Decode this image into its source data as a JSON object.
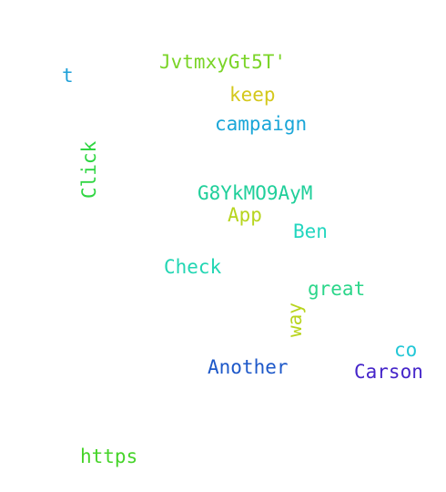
{
  "words": {
    "jvtmxy": {
      "text": "JvtmxyGt5T'",
      "color": "#7ad427"
    },
    "t": {
      "text": "t",
      "color": "#1fa0d8"
    },
    "keep": {
      "text": "keep",
      "color": "#d4c81c"
    },
    "campaign": {
      "text": "campaign",
      "color": "#1aa6d8"
    },
    "click": {
      "text": "Click",
      "color": "#2fd642"
    },
    "g8yk": {
      "text": "G8YkMO9AyM",
      "color": "#1fcf9a"
    },
    "app": {
      "text": "App",
      "color": "#b7d51e"
    },
    "ben": {
      "text": "Ben",
      "color": "#23d6bf"
    },
    "check": {
      "text": "Check",
      "color": "#22d6b3"
    },
    "great": {
      "text": "great",
      "color": "#2bd68a"
    },
    "way": {
      "text": "way",
      "color": "#b8d41d"
    },
    "co": {
      "text": "co",
      "color": "#22c7d6"
    },
    "another": {
      "text": "Another",
      "color": "#1d58c9"
    },
    "carson": {
      "text": "Carson",
      "color": "#4525c9"
    },
    "https": {
      "text": "https",
      "color": "#46d42a"
    }
  }
}
